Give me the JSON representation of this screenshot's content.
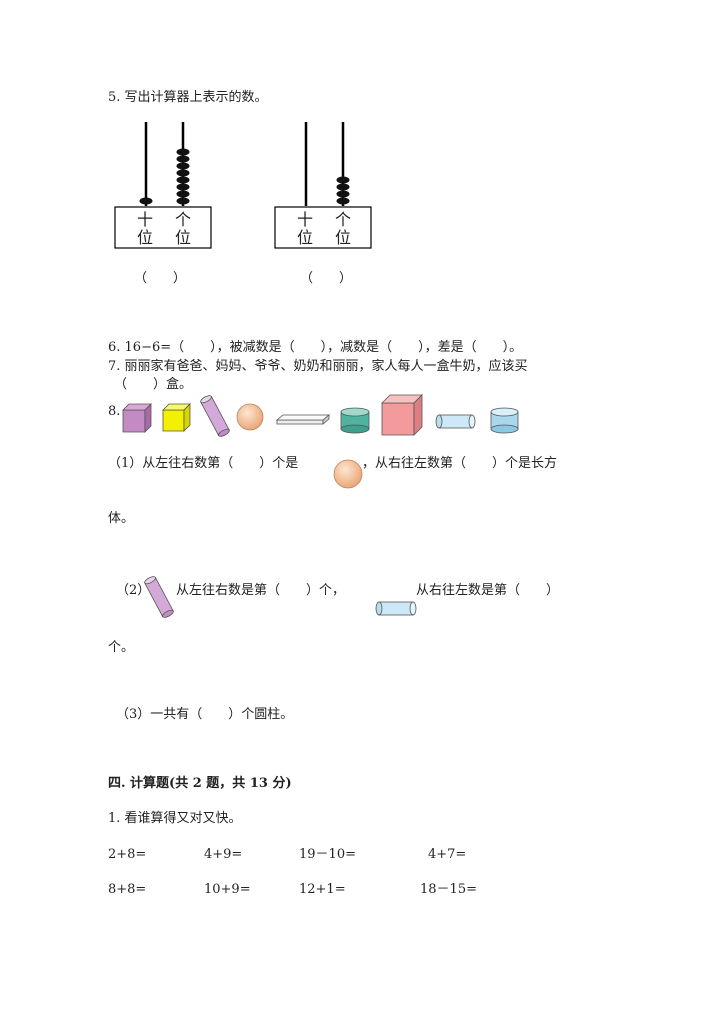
{
  "q5": {
    "title": "5. 写出计算器上表示的数。",
    "abacus_left": {
      "tens_label": "十\n位",
      "ones_label": "个\n位",
      "tens_beads": 1,
      "ones_beads": 8
    },
    "abacus_right": {
      "tens_label": "十\n位",
      "ones_label": "个\n位",
      "tens_beads": 0,
      "ones_beads": 4
    },
    "answer_left": "（　　）",
    "answer_right": "（　　）"
  },
  "q6": {
    "text": "6. 16−6=（　　），被减数是（　　），减数是（　　），差是（　　）。"
  },
  "q7": {
    "line1": "7. 丽丽家有爸爸、妈妈、爷爷、奶奶和丽丽，家人每人一盒牛奶，应该买",
    "line2": "（　　）盒。"
  },
  "q8": {
    "number": "8.",
    "shapes": [
      "purple-cube",
      "yellow-cube",
      "purple-cylinder",
      "orange-sphere",
      "flat-cuboid",
      "teal-cylinder",
      "pink-cube",
      "blue-cylinder-lying",
      "blue-cylinder"
    ],
    "part1_a": "（1）从左往右数第（　　）个是",
    "part1_b": "，从右往左数第（　　）个是长方",
    "part1_c": "体。",
    "part2_a": "（2）",
    "part2_b": "从左往右数是第（　　）个，",
    "part2_c": "从右往左数是第（　　）",
    "part2_d": "个。",
    "part3": "（3）一共有（　　）个圆柱。"
  },
  "section4": {
    "heading": "四. 计算题(共 2 题，共 13 分)",
    "q1_title": "1. 看谁算得又对又快。",
    "rows": [
      [
        "2+8=",
        "4+9=",
        "19－10=",
        "4+7="
      ],
      [
        "8+8=",
        "10+9=",
        "12+1=",
        "18－15="
      ]
    ]
  }
}
